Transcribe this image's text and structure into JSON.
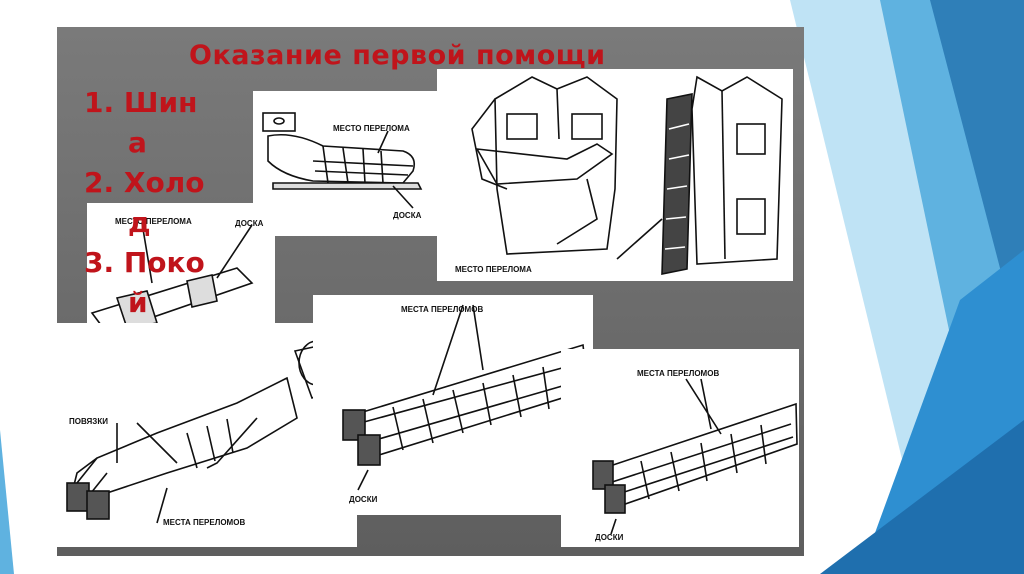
{
  "title": "Оказание первой помощи",
  "list": {
    "item1_line1": "1. Шин",
    "item1_line2": "а",
    "item2_line1": "2. Холо",
    "item2_line2": "д",
    "item3_line1": "3. Поко",
    "item3_line2": "й"
  },
  "labels": {
    "arm_fracture": "МЕСТО ПЕРЕЛОМА",
    "arm_board": "ДОСКА",
    "small_fracture": "МЕСТО ПЕРЕЛОМА",
    "small_board": "ДОСКА",
    "shirt_fracture": "МЕСТО ПЕРЕЛОМА",
    "body_bandages": "ПОВЯЗКИ",
    "body_fractures": "МЕСТА ПЕРЕЛОМОВ",
    "legs1_fractures": "МЕСТА ПЕРЕЛОМОВ",
    "legs1_boards": "ДОСКИ",
    "legs2_fractures": "МЕСТА ПЕРЕЛОМОВ",
    "legs2_boards": "ДОСКИ"
  },
  "colors": {
    "title_red": "#c0141b",
    "slide_gray": "#6e6e6e",
    "accent_blue": "#2e8fd1"
  }
}
